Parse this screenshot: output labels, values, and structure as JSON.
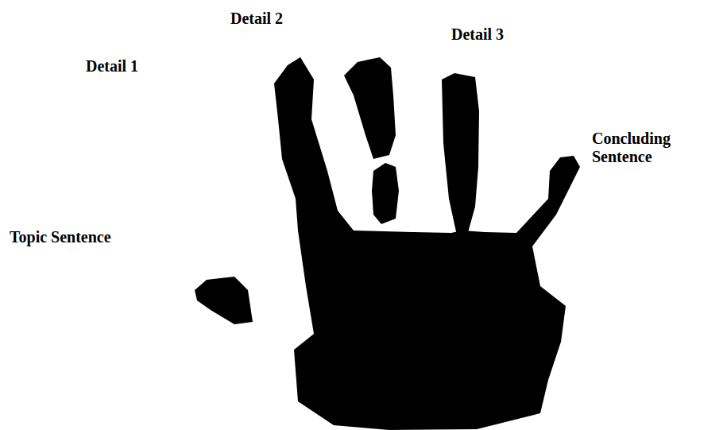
{
  "diagram": {
    "labels": [
      "Detail 2",
      "Detail 1",
      "Detail 3",
      "Topic Sentence",
      "Concluding Sentence"
    ]
  }
}
